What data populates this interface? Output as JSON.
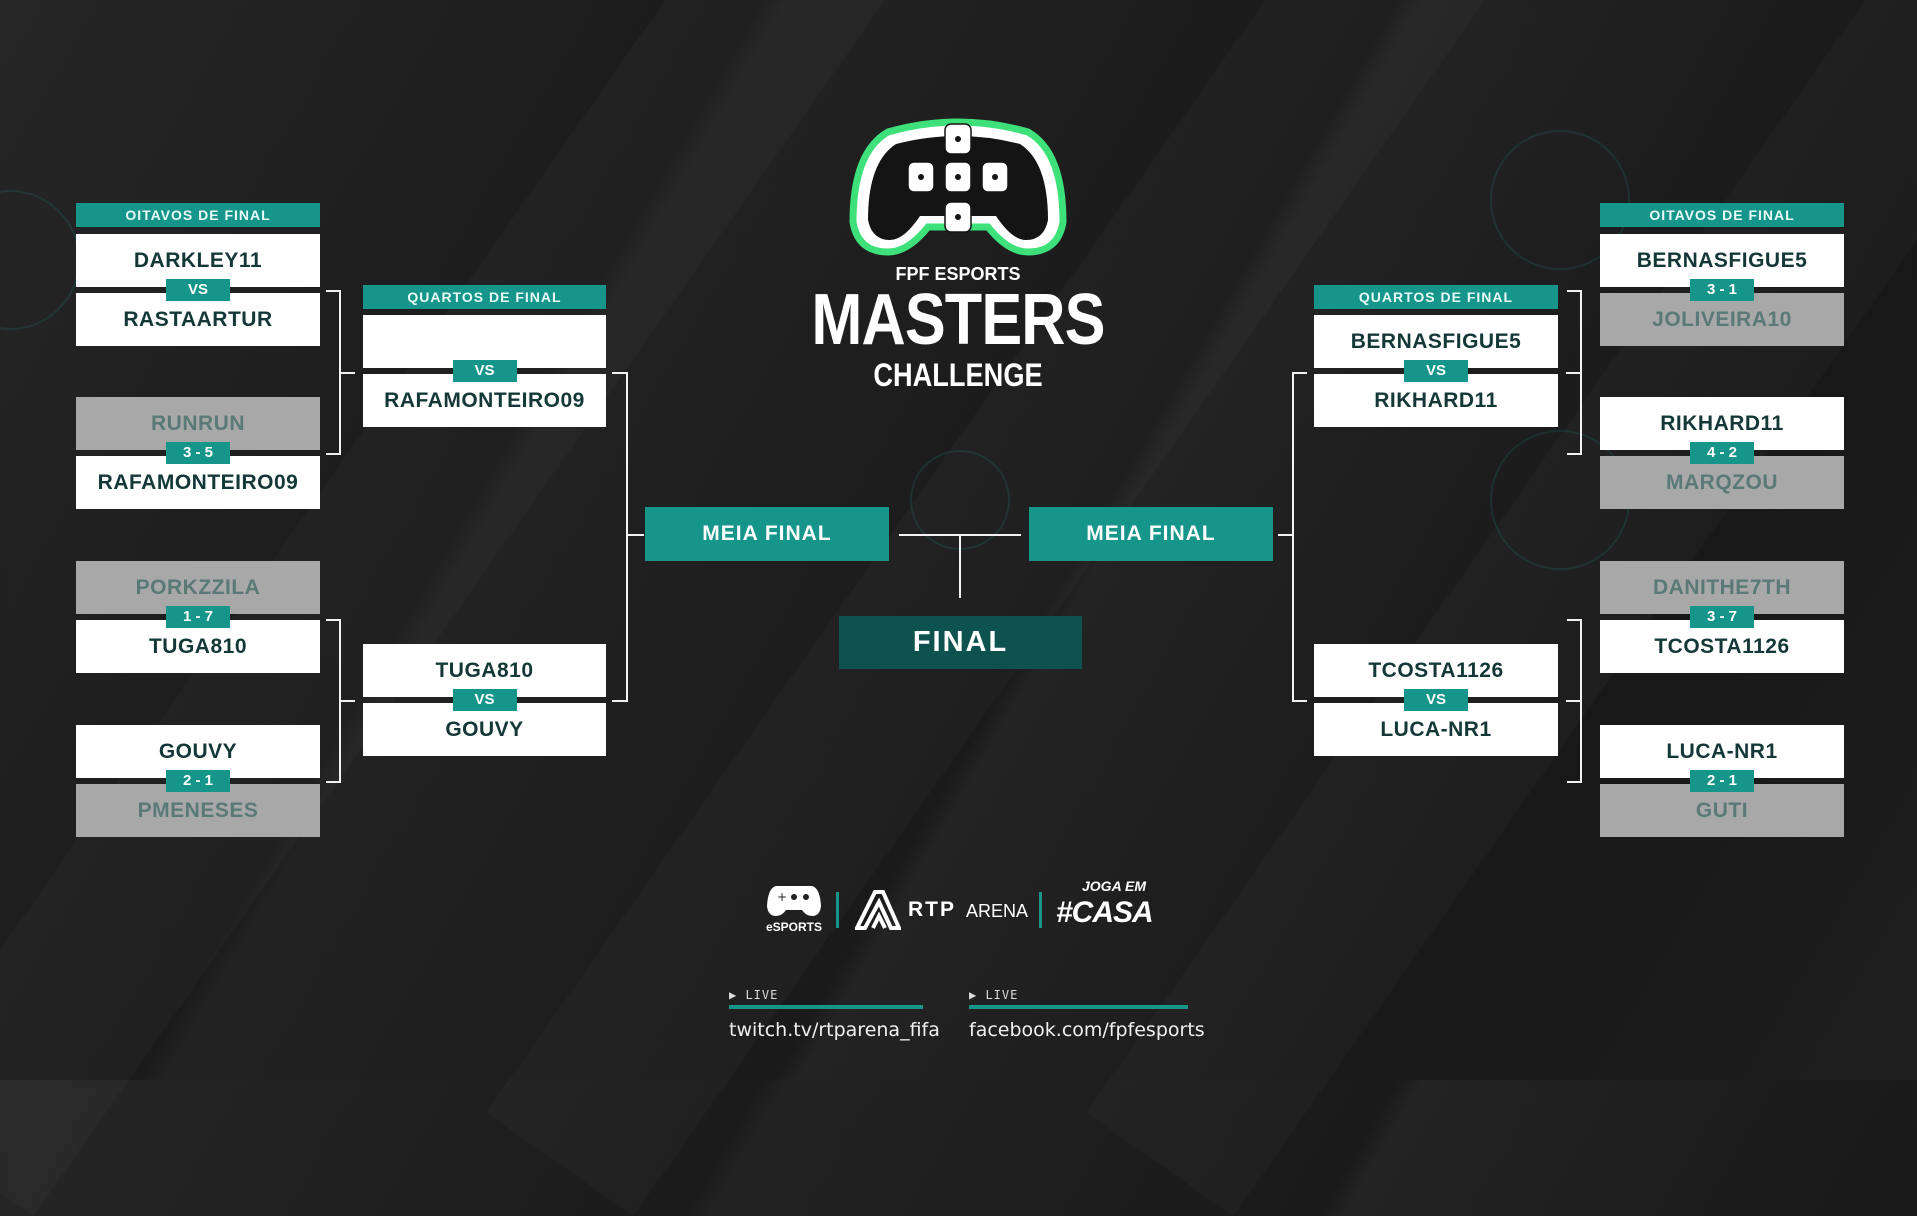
{
  "logo": {
    "brand": "FPF ESPORTS",
    "title": "MASTERS",
    "subtitle": "CHALLENGE"
  },
  "rounds": {
    "r16": "OITAVOS DE FINAL",
    "qf": "QUARTOS DE FINAL",
    "semi": "MEIA FINAL",
    "final": "FINAL"
  },
  "left": {
    "r16": [
      {
        "p1": "DARKLEY11",
        "p2": "RASTAARTUR",
        "score": "VS",
        "lost": 0
      },
      {
        "p1": "RUNRUN",
        "p2": "RAFAMONTEIRO09",
        "score": "3 - 5",
        "lost": 1
      },
      {
        "p1": "PORKZZILA",
        "p2": "TUGA810",
        "score": "1 - 7",
        "lost": 1
      },
      {
        "p1": "GOUVY",
        "p2": "PMENESES",
        "score": "2 - 1",
        "lost": 2
      }
    ],
    "qf": [
      {
        "p1": "",
        "p2": "RAFAMONTEIRO09",
        "score": "VS",
        "lost": 0
      },
      {
        "p1": "TUGA810",
        "p2": "GOUVY",
        "score": "VS",
        "lost": 0
      }
    ]
  },
  "right": {
    "r16": [
      {
        "p1": "BERNASFIGUE5",
        "p2": "JOLIVEIRA10",
        "score": "3 - 1",
        "lost": 2
      },
      {
        "p1": "RIKHARD11",
        "p2": "MARQZOU",
        "score": "4 - 2",
        "lost": 2
      },
      {
        "p1": "DANITHE7TH",
        "p2": "TCOSTA1126",
        "score": "3 - 7",
        "lost": 1
      },
      {
        "p1": "LUCA-NR1",
        "p2": "GUTI",
        "score": "2 - 1",
        "lost": 2
      }
    ],
    "qf": [
      {
        "p1": "BERNASFIGUE5",
        "p2": "RIKHARD11",
        "score": "VS",
        "lost": 0
      },
      {
        "p1": "TCOSTA1126",
        "p2": "LUCA-NR1",
        "score": "VS",
        "lost": 0
      }
    ]
  },
  "sponsors": {
    "esports": "eSPORTS",
    "rtp": "RTP",
    "arena": "ARENA",
    "hashtag_top": "JOGA EM",
    "hashtag_bottom": "#CASA"
  },
  "streams": [
    {
      "label": "LIVE",
      "url": "twitch.tv/rtparena_fifa"
    },
    {
      "label": "LIVE",
      "url": "facebook.com/fpfesports"
    }
  ],
  "colors": {
    "accent": "#16958a",
    "final": "#0d524e",
    "text": "#143838"
  }
}
